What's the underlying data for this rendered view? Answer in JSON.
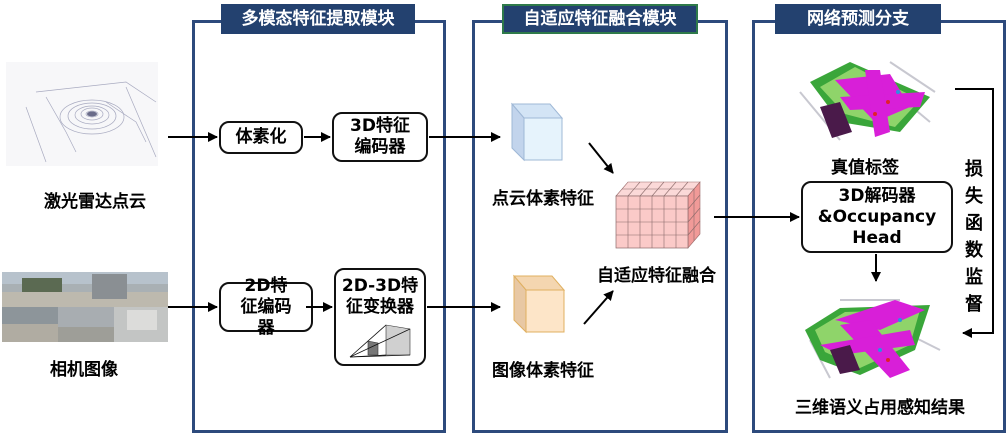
{
  "inputs": {
    "lidar_label": "激光雷达点云",
    "camera_label": "相机图像"
  },
  "panels": {
    "feature_extraction": {
      "title": "多模态特征提取模块",
      "nodes": {
        "voxelize": "体素化",
        "encoder_3d_line1": "3D特征",
        "encoder_3d_line2": "编码器",
        "encoder_2d_line1": "2D特",
        "encoder_2d_line2": "征编码",
        "encoder_2d_line3": "器",
        "transformer_line1": "2D-3D特",
        "transformer_line2": "征变换器"
      }
    },
    "fusion": {
      "title": "自适应特征融合模块",
      "pointcloud_voxel_label": "点云体素特征",
      "image_voxel_label": "图像体素特征",
      "fusion_label": "自适应特征融合",
      "colors": {
        "pointcloud_cube": "#e3f0fb",
        "image_cube": "#fde3c4",
        "fused_grid": "#f9c6c4"
      }
    },
    "prediction": {
      "title": "网络预测分支",
      "ground_truth_label": "真值标签",
      "decoder_line1": "3D解码器",
      "decoder_line2": "&Occupancy",
      "decoder_line3": "Head",
      "loss_label_chars": [
        "损",
        "失",
        "函",
        "数",
        "监",
        "督"
      ],
      "result_label": "三维语义占用感知结果"
    }
  },
  "colors": {
    "panel_border": "#2d4a7c",
    "panel_title_bg": "#23416f",
    "occupancy_magenta": "#d81fd8",
    "occupancy_green": "#3aa63a",
    "occupancy_lightgreen": "#8fd46a",
    "occupancy_purple": "#4a1a4a"
  }
}
